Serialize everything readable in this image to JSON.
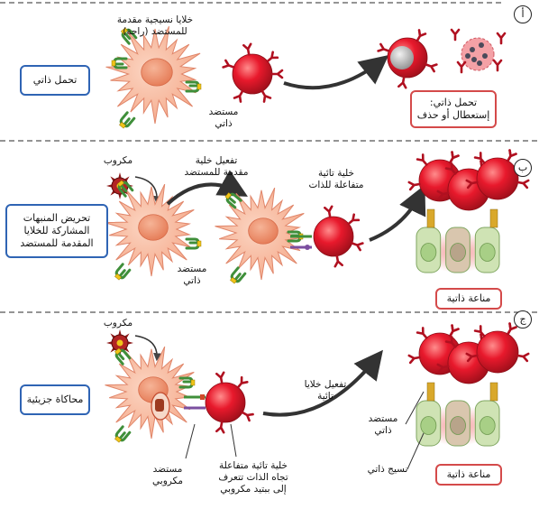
{
  "panels": [
    {
      "badge": "أ",
      "mechanism": "تحمل ذاتي",
      "resting_cell": "خلايا نسيجية مقدمة\nللمستضد (راحة)",
      "self_antigen": "مستضد\nذاتي",
      "outcome": "تحمل ذاتي:\nإستعطال أو حذف"
    },
    {
      "badge": "ب",
      "mechanism": "تحريض المنبهات\nالمشاركة للخلايا\nالمقدمة للمستضد",
      "microbe": "مكروب",
      "self_antigen": "مستضد\nذاتي",
      "apc_activation": "تفعيل خلية\nمقدمة للمستضد",
      "autoreactive_t": "خلية تائية\nمتفاعلة للذات",
      "outcome": "مناعة ذاتية"
    },
    {
      "badge": "ج",
      "mechanism": "محاكاة جزيئية",
      "microbe": "مكروب",
      "microbial_antigen": "مستضد\nمكروبي",
      "cross_t": "خلية تائية متفاعلة\nتجاه الذات تتعرف\nإلى ببتيد مكروبي",
      "t_activation": "تفعيل خلايا\nتائية",
      "self_antigen": "مستضد\nذاتي",
      "tissue": "نسيج ذاتي",
      "outcome": "مناعة ذاتية"
    }
  ],
  "colors": {
    "apc": "#f7b89a",
    "apc_nucleus": "#f08f6a",
    "t_cell": "#e8192c",
    "tissue": "#cfe3b4",
    "blue_frame": "#2f64b4",
    "red_frame": "#d44a4a"
  }
}
